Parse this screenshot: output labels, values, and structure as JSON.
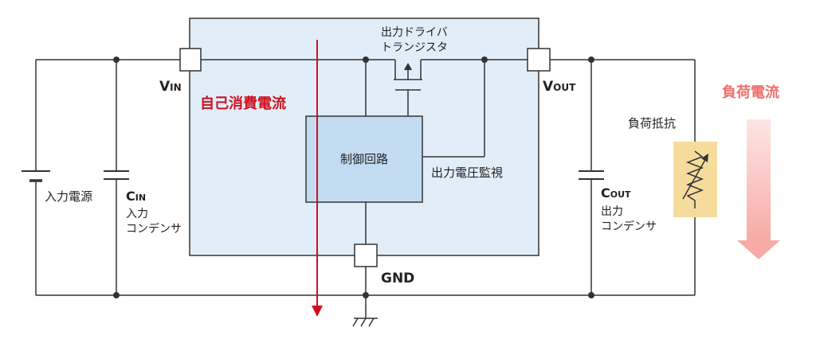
{
  "labels": {
    "vin_main": "V",
    "vin_sub": "IN",
    "vout_main": "V",
    "vout_sub": "OUT",
    "gnd": "GND",
    "self_current": "自己消費電流",
    "driver_line1": "出力ドライバ",
    "driver_line2": "トランジスタ",
    "control_circuit": "制御回路",
    "voltage_monitor": "出力電圧監視",
    "input_source": "入力電源",
    "cin_main": "C",
    "cin_sub": "IN",
    "cin_line1": "入力",
    "cin_line2": "コンデンサ",
    "cout_main": "C",
    "cout_sub": "OUT",
    "cout_line1": "出力",
    "cout_line2": "コンデンサ",
    "load_resistor": "負荷抵抗",
    "load_current": "負荷電流"
  },
  "colors": {
    "wire": "#333333",
    "ic_fill": "#e1eef8",
    "control_fill": "#c3dcf2",
    "self_current": "#d0101e",
    "resistor_fill": "#f6dc9c",
    "load_arrow": "#f7b8b4",
    "load_text": "#ef6f6c"
  }
}
